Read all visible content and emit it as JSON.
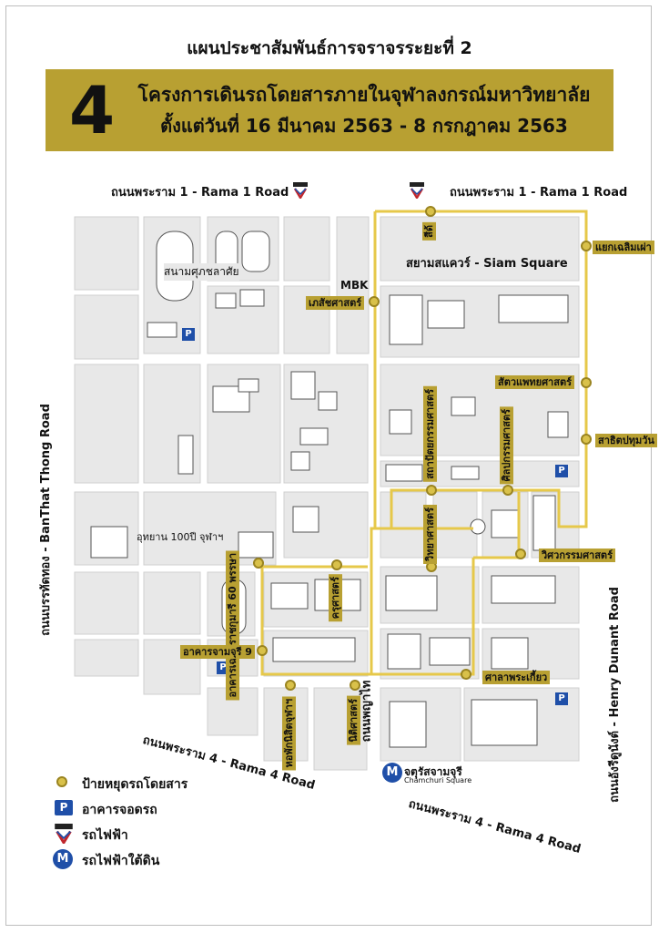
{
  "title": "แผนประชาสัมพันธ์การจราจรระยะที่ 2",
  "banner": {
    "number": "4",
    "line1": "โครงการเดินรถโดยสารภายในจุฬาลงกรณ์มหาวิทยาลัย",
    "line2": "ตั้งแต่วันที่ 16 มีนาคม 2563 - 8 กรกฎาคม 2563"
  },
  "colors": {
    "route": "#e6c84a",
    "banner": "#b8a032",
    "block": "#e8e8e8",
    "parking": "#1f4fa8"
  },
  "roads": {
    "rama1_left": "ถนนพระราม 1 - Rama 1 Road",
    "rama1_right": "ถนนพระราม 1 - Rama 1 Road",
    "banthat": "ถนนบรรทัดทอง - BanThat Thong Road",
    "henry": "ถนนอังรีดูนังต์ - Henry Dunant Road",
    "rama4_left": "ถนนพระราม 4 - Rama 4 Road",
    "rama4_right": "ถนนพระราม 4 - Rama 4 Road",
    "phayathai": "ถนนพญาไท"
  },
  "places": {
    "stadium": "สนามศุภชลาศัย",
    "mbk": "MBK",
    "siam_square": "สยามสแควร์ - Siam Square",
    "park": "อุทยาน 100ปี จุฬาฯ",
    "chamchuri_th": "จตุรัสจามจุรี",
    "chamchuri_en": "Chamchuri Square"
  },
  "stops": {
    "sido": "สีด้",
    "chalermphao": "แยกเฉลิมเผ่า",
    "pharmacy": "เภสัชศาสตร์",
    "vet": "สัตวแพทยศาสตร์",
    "public_health": "สาธิตปทุมวัน",
    "architecture": "สถาปัตยกรรมศาสตร์",
    "fine_arts": "ศิลปกรรมศาสตร์",
    "science": "วิทยาศาสตร์",
    "engineering": "วิศวกรรมศาสตร์",
    "chaloem": "อาคารเฉลิมราชกุมารี 60 พรรษา",
    "education": "ครุศาสตร์",
    "chamchuri9": "อาคารจามจุรี 9",
    "sala": "ศาลาพระเกี้ยว",
    "dorm": "หอพักนิสิตจุฬาฯ",
    "law": "นิติศาสตร์"
  },
  "parking_label": "P",
  "mrt_label": "M",
  "legend": {
    "stop": "ป้ายหยุดรถโดยสาร",
    "parking": "อาคารจอดรถ",
    "bts": "รถไฟฟ้า",
    "mrt": "รถไฟฟ้าใต้ดิน"
  }
}
